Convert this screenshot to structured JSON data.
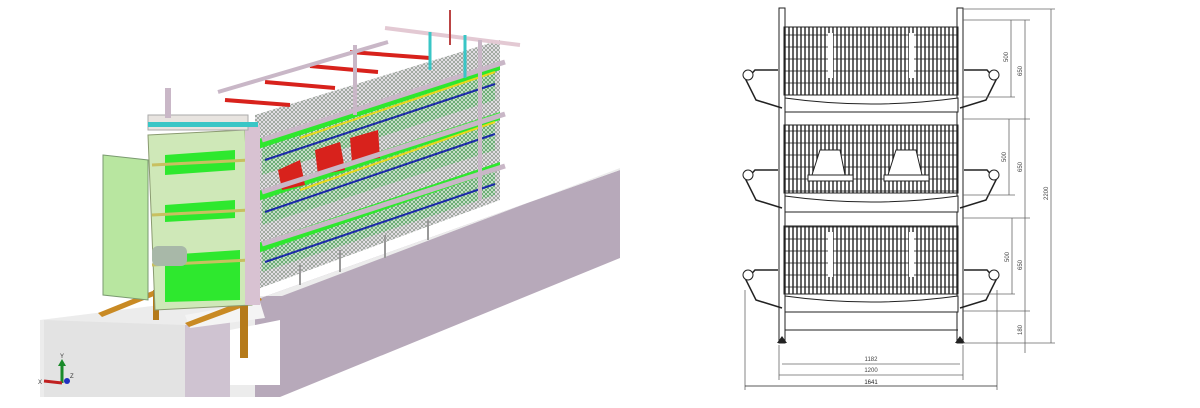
{
  "render": {
    "description": "3D isometric CAD render of stacked poultry cage system with manure belt end unit",
    "axis_triad": {
      "x": "X",
      "y": "Y",
      "z": "Z"
    },
    "colors": {
      "belt": "#2ee82e",
      "frame": "#c9b7c7",
      "feed_trough_red": "#d8221c",
      "rail_blue": "#1c2aa8",
      "rail_yellow": "#e8d81c",
      "pit_wall": "#b7a9ba",
      "floor": "#e6e6e6",
      "end_panel": "#b8e6a0",
      "teal_bar": "#39c6c6",
      "wood": "#c98a24"
    }
  },
  "drawing": {
    "description": "Front elevation of 3-tier cage with dimensions (mm)",
    "tiers": 3,
    "dims_vertical": {
      "tier1_cage": "500",
      "tier1_pitch": "650",
      "tier2_cage": "500",
      "tier2_pitch": "650",
      "tier3_cage": "500",
      "tier3_pitch": "650",
      "leg": "180",
      "total_height": "2200"
    },
    "dims_horizontal": {
      "inner": "1182",
      "frame": "1200",
      "overall": "1641"
    }
  }
}
